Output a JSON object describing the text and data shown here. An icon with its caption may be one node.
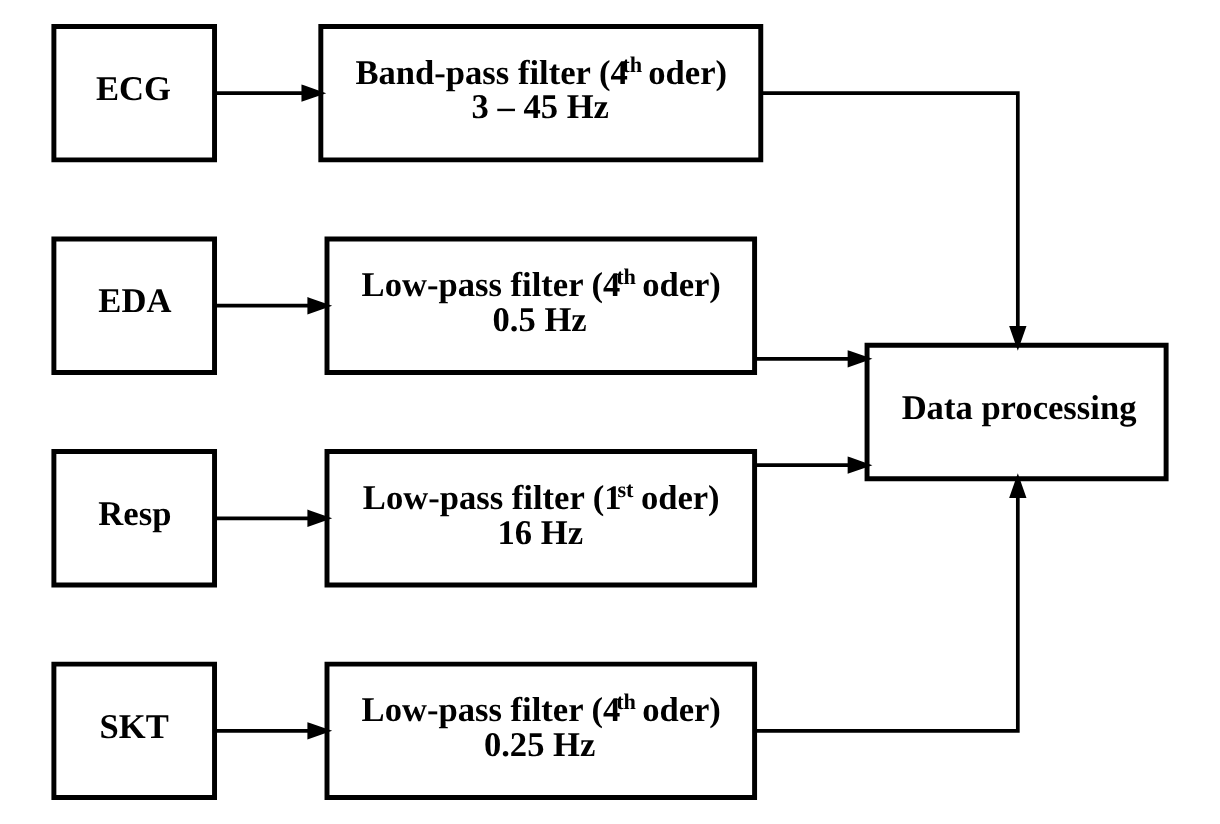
{
  "diagram": {
    "nodes": [
      {
        "text": [
          "ECG"
        ]
      },
      {
        "text": [
          "Band-pass filter (4$^{th}$ oder)",
          "3 – 45 Hz"
        ]
      },
      {
        "text": [
          "EDA"
        ]
      },
      {
        "text": [
          "Low-pass filter (4$^{th}$ oder)",
          "0.5 Hz"
        ]
      },
      {
        "text": [
          "Resp"
        ]
      },
      {
        "text": [
          "Low-pass filter (1$^{st}$ oder)",
          "16 Hz"
        ]
      },
      {
        "text": [
          "SKT"
        ]
      },
      {
        "text": [
          "Low-pass filter (4$^{th}$ oder)",
          "0.25 Hz"
        ]
      },
      {
        "text": [
          "Data processing"
        ]
      }
    ],
    "edges": [
      {
        "from": 0,
        "to": 1,
        "arrow": "to"
      },
      {
        "from": 2,
        "to": 3,
        "arrow": "to"
      },
      {
        "from": 4,
        "to": 5,
        "arrow": "to"
      },
      {
        "from": 6,
        "to": 7,
        "arrow": "to"
      },
      {
        "from": 1,
        "to": 8,
        "arrow": "to"
      },
      {
        "from": 3,
        "to": 8,
        "arrow": "to"
      },
      {
        "from": 5,
        "to": 8,
        "arrow": "to"
      },
      {
        "from": 7,
        "to": 8,
        "arrow": "to"
      }
    ]
  }
}
